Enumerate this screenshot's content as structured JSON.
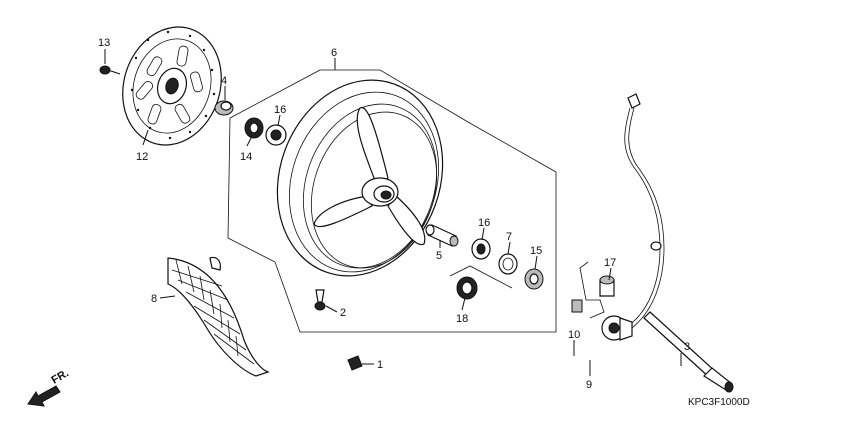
{
  "labels": {
    "p1": "1",
    "p2": "2",
    "p3": "3",
    "p4": "4",
    "p5": "5",
    "p6": "6",
    "p7": "7",
    "p8": "8",
    "p9": "9",
    "p10": "10",
    "p12": "12",
    "p13": "13",
    "p14": "14",
    "p15": "15",
    "p16a": "16",
    "p16b": "16",
    "p17": "17",
    "p18": "18"
  },
  "direction": "FR.",
  "diagram_code": "KPC3F1000D"
}
